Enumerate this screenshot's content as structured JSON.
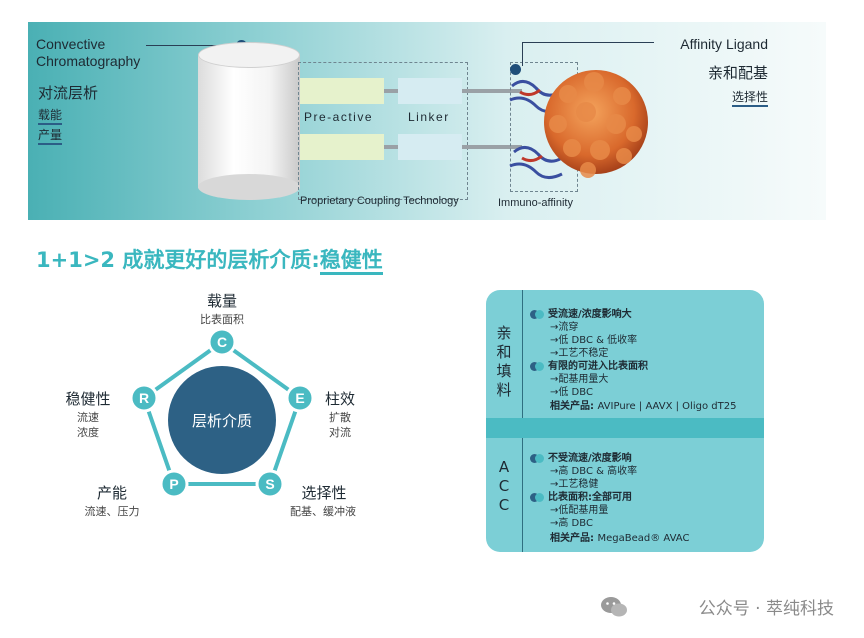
{
  "banner": {
    "left_title": "Convective\nChromatography",
    "left_cn_title": "对流层析",
    "left_links": [
      "载能",
      "产量"
    ],
    "box_pre_active": "Pre-active",
    "box_linker": "Linker",
    "coupling_caption": "Proprietary Coupling Technology",
    "immuno_caption": "Immuno-affinity",
    "right_title": "Affinity  Ligand",
    "right_cn_title": "亲和配基",
    "right_link": "选择性"
  },
  "headline": {
    "prefix": "1+1>2 成就更好的层析介质:",
    "underlined": "稳健性"
  },
  "pentagon": {
    "center_label": "层析介质",
    "vertices": [
      {
        "letter": "C",
        "label": "载量",
        "sub": "比表面积"
      },
      {
        "letter": "E",
        "label": "柱效",
        "sub": "扩散\n对流"
      },
      {
        "letter": "S",
        "label": "选择性",
        "sub": "配基、缓冲液"
      },
      {
        "letter": "P",
        "label": "产能",
        "sub": "流速、压力"
      },
      {
        "letter": "R",
        "label": "稳健性",
        "sub": "流速\n浓度"
      }
    ]
  },
  "panel": {
    "top_side": "亲\n和\n填\n料",
    "bottom_side": "A\nC\nC",
    "top_rows": [
      {
        "text": "受流速/浓度影响大",
        "bold": true,
        "bullet": true
      },
      {
        "text": "→流穿",
        "bold": false,
        "bullet": false
      },
      {
        "text": "→低 DBC & 低收率",
        "bold": false,
        "bullet": false
      },
      {
        "text": "→工艺不稳定",
        "bold": false,
        "bullet": false
      },
      {
        "text": "有限的可进入比表面积",
        "bold": true,
        "bullet": true
      },
      {
        "text": "→配基用量大",
        "bold": false,
        "bullet": false
      },
      {
        "text": "→低 DBC",
        "bold": false,
        "bullet": false
      }
    ],
    "top_products_label": "相关产品: ",
    "top_products": "AVIPure  |  AAVX  |  Oligo dT25",
    "bottom_rows": [
      {
        "text": "不受流速/浓度影响",
        "bold": true,
        "bullet": true
      },
      {
        "text": "→高 DBC & 高收率",
        "bold": false,
        "bullet": false
      },
      {
        "text": "→工艺稳健",
        "bold": false,
        "bullet": false
      },
      {
        "text": "比表面积:全部可用",
        "bold": true,
        "bullet": true
      },
      {
        "text": "→低配基用量",
        "bold": false,
        "bullet": false
      },
      {
        "text": "→高 DBC",
        "bold": false,
        "bullet": false
      }
    ],
    "bottom_products_label": "相关产品: ",
    "bottom_products": "MegaBead® AVAC"
  },
  "footer": {
    "text": "公众号 · 萃纯科技",
    "icon": "wechat-icon"
  },
  "colors": {
    "teal": "#3ab7bf",
    "navy": "#2d6185",
    "panel_bg": "#7ccfd6"
  }
}
